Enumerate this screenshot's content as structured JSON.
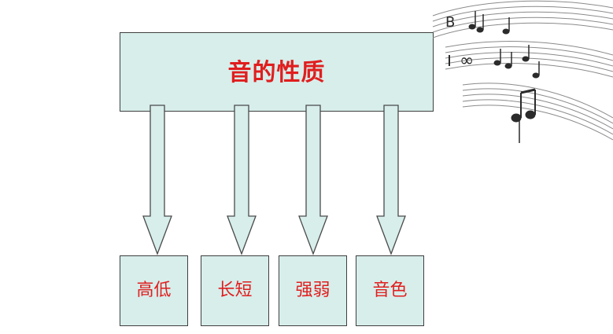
{
  "diagram": {
    "title": "音的性质",
    "children": [
      {
        "label": "高低"
      },
      {
        "label": "长短"
      },
      {
        "label": "强弱"
      },
      {
        "label": "音色"
      }
    ]
  },
  "colors": {
    "box_fill": "#d7eeeb",
    "box_border": "#3f3f3f",
    "text_red": "#e01e1e",
    "arrow_fill": "#d7eeeb"
  },
  "decoration": {
    "icon": "music-notes-staff-icon"
  }
}
